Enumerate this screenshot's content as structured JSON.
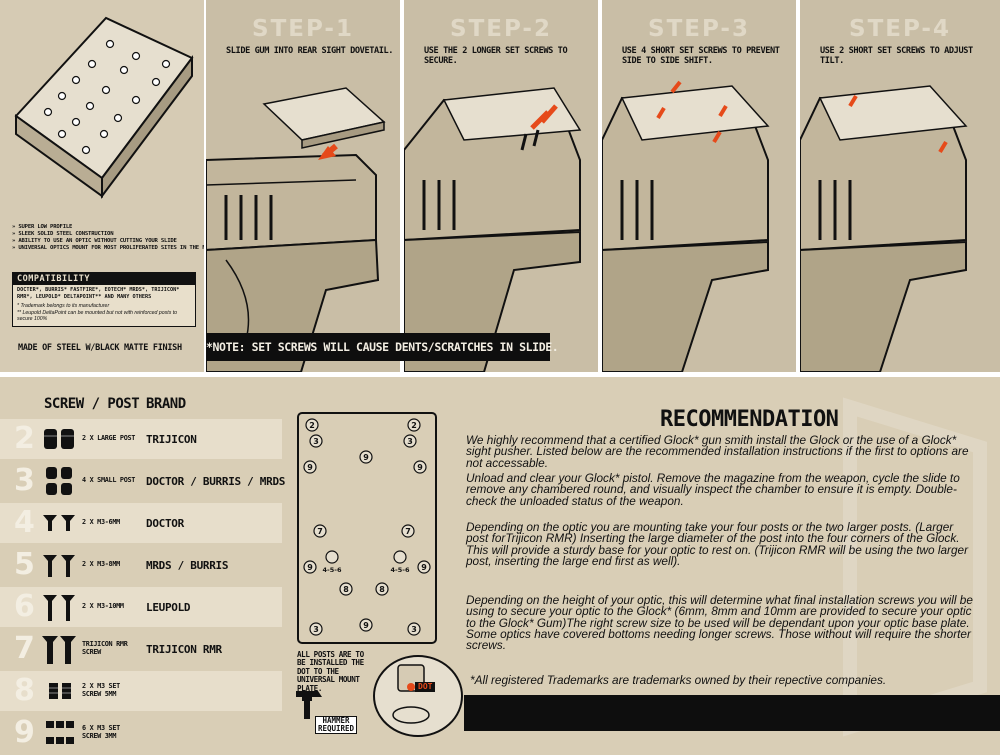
{
  "features": [
    "Super low profile",
    "Sleek solid steel construction",
    "Ability to use an optic without cutting your slide",
    "Universal optics mount for most proliferated sites in the field"
  ],
  "compatibility": {
    "title": "COMPATIBILITY",
    "brands": "DOCTER*, BURRIS* FASTFIRE*, EOTECH* MRDS*, TRIJICON* RMR*, LEUPOLD* DELTAPOINT** AND MANY OTHERS",
    "note1": "* Trademark belongs to its manufacturer",
    "note2": "** Leupold DeltaPoint can be mounted but not with reinforced posts to secure 100%"
  },
  "finish": "MADE OF STEEL W/BLACK MATTE FINISH",
  "steps": [
    {
      "title": "STEP-1",
      "text": "SLIDE GUM INTO REAR SIGHT DOVETAIL."
    },
    {
      "title": "STEP-2",
      "text": "USE THE 2 LONGER SET SCREWS TO SECURE."
    },
    {
      "title": "STEP-3",
      "text": "USE 4 SHORT SET SCREWS TO PREVENT SIDE TO SIDE SHIFT."
    },
    {
      "title": "STEP-4",
      "text": "USE 2 SHORT SET SCREWS TO ADJUST TILT."
    }
  ],
  "note": "*NOTE: SET SCREWS WILL CAUSE DENTS/SCRATCHES IN SLIDE.",
  "table": {
    "header_screw": "SCREW / POST",
    "header_brand": "BRAND",
    "rows": [
      {
        "num": "2",
        "desc": "2 X LARGE POST",
        "brand": "TRIJICON"
      },
      {
        "num": "3",
        "desc": "4 X SMALL POST",
        "brand": "DOCTOR / BURRIS / MRDS"
      },
      {
        "num": "4",
        "desc": "2 X M3-6MM",
        "brand": "DOCTOR"
      },
      {
        "num": "5",
        "desc": "2 X M3-8MM",
        "brand": "MRDS / BURRIS"
      },
      {
        "num": "6",
        "desc": "2 X M3-10MM",
        "brand": "LEUPOLD"
      },
      {
        "num": "7",
        "desc": "TRIJICON RMR SCREW",
        "brand": "TRIJICON RMR"
      },
      {
        "num": "8",
        "desc": "2 X M3 SET SCREW 5MM",
        "brand": ""
      },
      {
        "num": "9",
        "desc": "6 X M3 SET SCREW 3MM",
        "brand": ""
      }
    ]
  },
  "diagram": {
    "labels": [
      "2",
      "3",
      "2",
      "3",
      "9",
      "9",
      "9",
      "7",
      "7",
      "9",
      "4-5-6",
      "4-5-6",
      "9",
      "8",
      "8",
      "3",
      "9",
      "3"
    ],
    "dot_note": "ALL POSTS ARE TO BE INSTALLED THE DOT TO THE UNIVERSAL MOUNT PLATE.",
    "hammer": "HAMMER REQUIRED",
    "dot": "DOT"
  },
  "recommendation": {
    "title": "RECOMMENDATION",
    "p1": "We highly recommend that a certified Glock* gun smith install the Glock            or the use of a Glock* sight pusher. Listed below are the recommended installation instructions if the first to options are not accessable.",
    "p2": "Unload and clear your Glock* pistol. Remove the magazine from the weapon, cycle the slide to remove any chambered round, and visually inspect the chamber to ensure it is empty. Double-check the unloaded status of the weapon.",
    "p3": "Depending on the optic you are mounting take your four posts or the two larger posts. (Larger post forTrijicon RMR) Inserting the large diameter of the post into the four corners of the Glock.           This will provide a sturdy base for your optic to rest on. (Trijicon RMR will be using the two larger post, inserting the large end first as well).",
    "p4": "Depending on the height of your optic, this will determine what final installation screws you will be using to secure your optic to the Glock*          (6mm, 8mm and 10mm are provided to secure your optic to the Glock* Gum)The right screw size to be used will be dependant upon your optic base plate. Some optics have covered bottoms needing longer screws. Those without will require the shorter screws.",
    "trademark": "*All registered Trademarks are trademarks owned by their repective companies."
  },
  "colors": {
    "accent": "#e64a1a",
    "panel": "#d9ceb6",
    "dark": "#0e0e0e"
  }
}
